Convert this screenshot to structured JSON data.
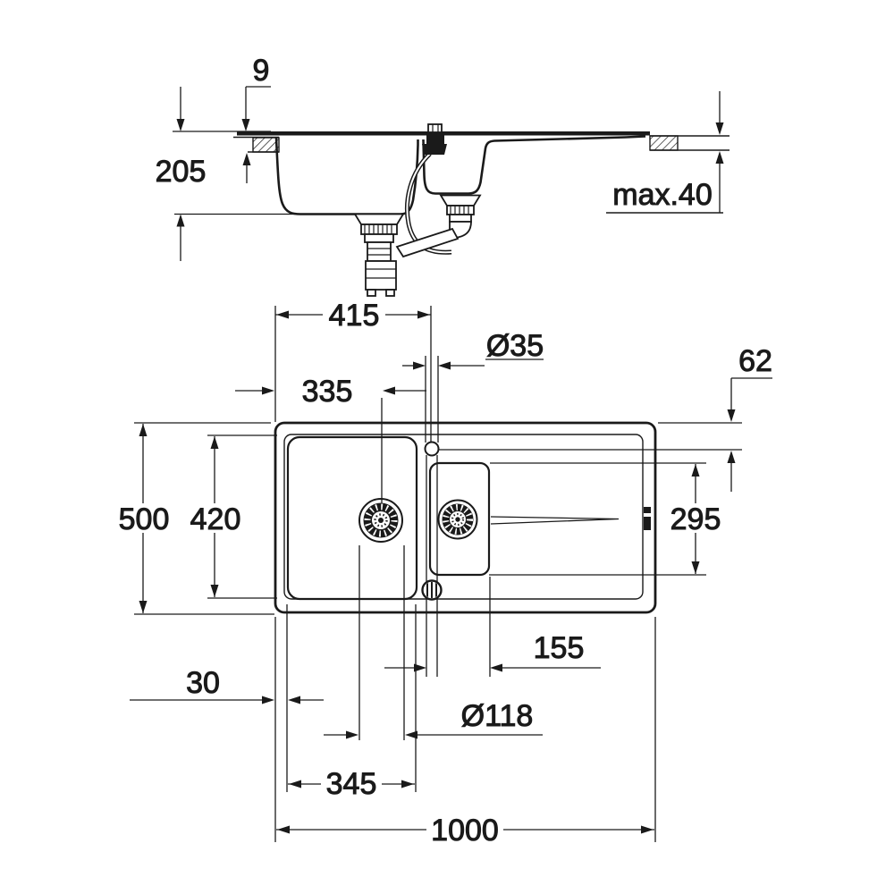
{
  "drawing": {
    "kind": "sink technical drawing",
    "colors": {
      "line": "#1a1a1a",
      "background": "#ffffff"
    },
    "section_view": {
      "name": "side section view",
      "dimensions": {
        "rim_height": {
          "label": "9",
          "value_mm": 9
        },
        "bowl_depth": {
          "label": "205",
          "value_mm": 205
        },
        "max_counter_thickness": {
          "label": "max.40",
          "value_mm": 40
        }
      }
    },
    "plan_view": {
      "name": "top plan view",
      "dimensions": {
        "tap_hole_from_left_edge": {
          "label": "415",
          "value_mm": 415
        },
        "tap_hole_diameter": {
          "label": "Ø35",
          "value_mm": 35
        },
        "drainer_top_inset": {
          "label": "62",
          "value_mm": 62
        },
        "main_drain_from_left_edge": {
          "label": "335",
          "value_mm": 335
        },
        "overall_depth": {
          "label": "500",
          "value_mm": 500
        },
        "inner_rim_depth": {
          "label": "420",
          "value_mm": 420
        },
        "half_bowl_depth": {
          "label": "295",
          "value_mm": 295
        },
        "tap_to_half_bowl_edge": {
          "label": "155",
          "value_mm": 155
        },
        "left_edge_to_bowl": {
          "label": "30",
          "value_mm": 30
        },
        "main_drain_diameter": {
          "label": "Ø118",
          "value_mm": 118
        },
        "main_bowl_width": {
          "label": "345",
          "value_mm": 345
        },
        "overall_width": {
          "label": "1000",
          "value_mm": 1000
        }
      }
    }
  }
}
